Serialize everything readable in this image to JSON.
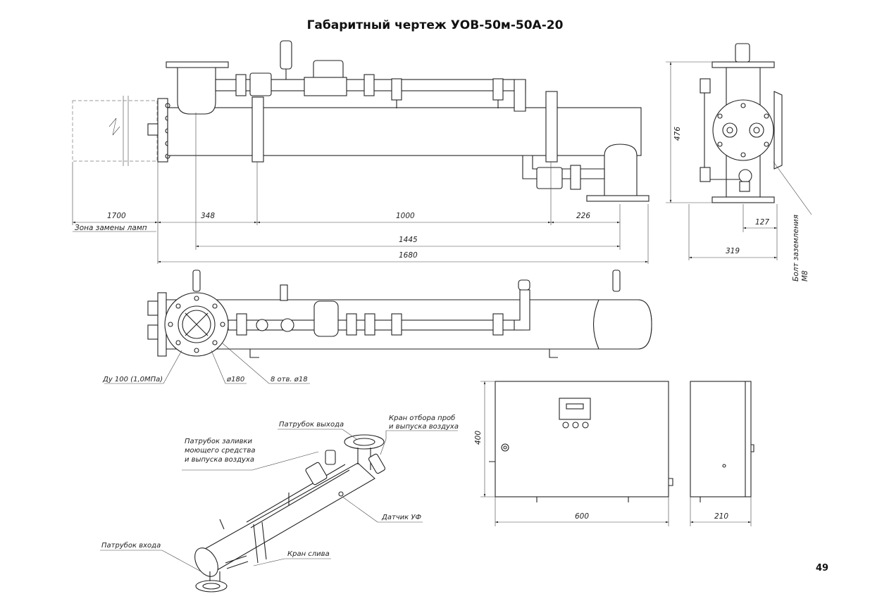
{
  "title": "Габаритный чертеж УОВ-50м-50А-20",
  "page_number": "49",
  "dimensions": {
    "d1700": "1700",
    "lamp_zone": "Зона замены ламп",
    "d348": "348",
    "d1000": "1000",
    "d226": "226",
    "d1445": "1445",
    "d1680": "1680",
    "d476": "476",
    "d127": "127",
    "d319": "319",
    "d400": "400",
    "d600": "600",
    "d210": "210"
  },
  "labels": {
    "ground_bolt": "Болт заземления",
    "ground_bolt_size": "M8",
    "dn": "Ду 100 (1,0МПа)",
    "d180": "ø180",
    "holes": "8 отв. ø18",
    "outlet": "Патрубок выхода",
    "sample_valve_1": "Кран отбора проб",
    "sample_valve_2": "и выпуска воздуха",
    "fill_1": "Патрубок заливки",
    "fill_2": "моющего средства",
    "fill_3": "и выпуска воздуха",
    "uv_sensor": "Датчик УФ",
    "inlet": "Патрубок входа",
    "drain_valve": "Кран слива"
  }
}
